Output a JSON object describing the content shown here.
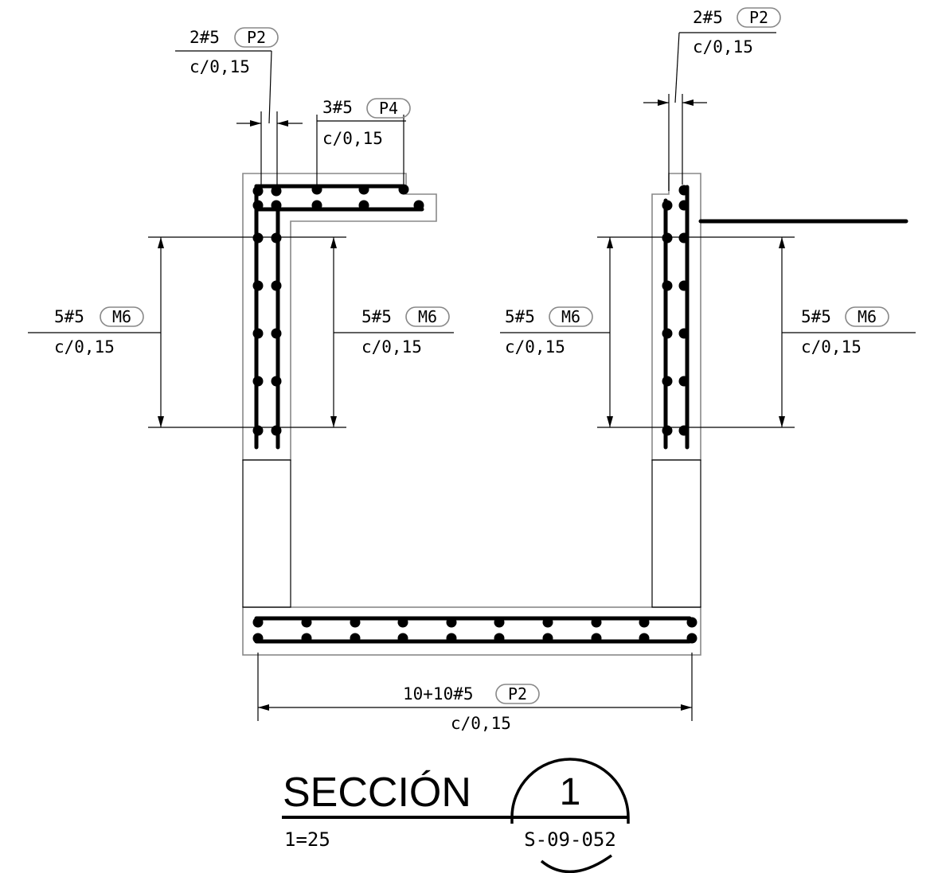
{
  "callouts": {
    "top_left_top": {
      "qty": "2#5",
      "code": "P2",
      "spacing": "c/0,15"
    },
    "top_left_slab": {
      "qty": "3#5",
      "code": "P4",
      "spacing": "c/0,15"
    },
    "top_right_top": {
      "qty": "2#5",
      "code": "P2",
      "spacing": "c/0,15"
    },
    "left_wall_outer": {
      "qty": "5#5",
      "code": "M6",
      "spacing": "c/0,15"
    },
    "left_wall_inner": {
      "qty": "5#5",
      "code": "M6",
      "spacing": "c/0,15"
    },
    "right_wall_inner": {
      "qty": "5#5",
      "code": "M6",
      "spacing": "c/0,15"
    },
    "right_wall_outer": {
      "qty": "5#5",
      "code": "M6",
      "spacing": "c/0,15"
    },
    "base_slab": {
      "qty": "10+10#5",
      "code": "P2",
      "spacing": "c/0,15"
    }
  },
  "title": {
    "label": "SECCIÓN",
    "number": "1",
    "scale": "1=25",
    "sheet": "S-09-052"
  }
}
